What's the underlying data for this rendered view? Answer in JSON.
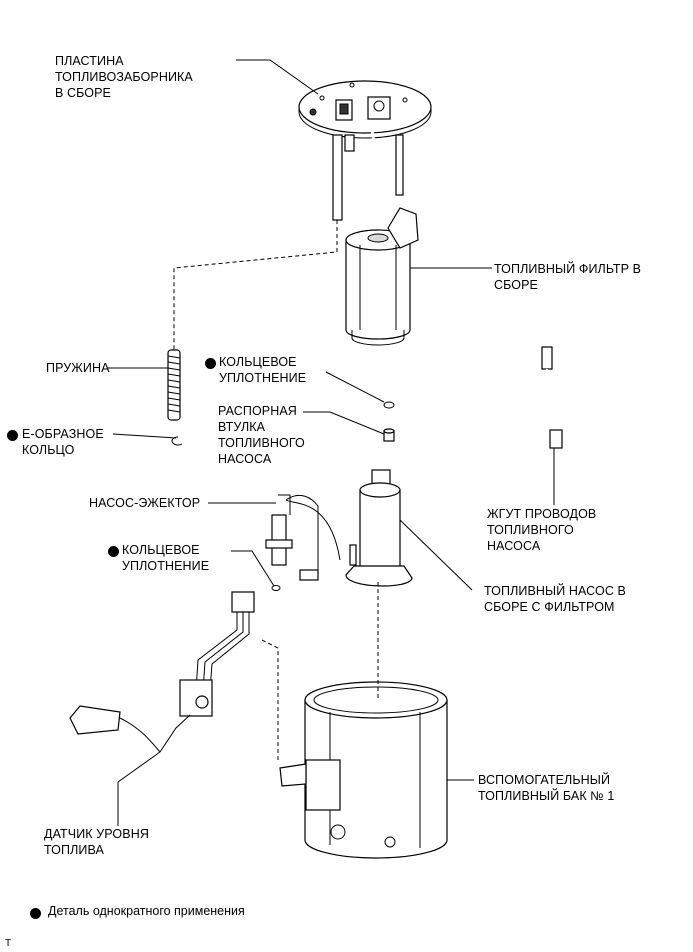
{
  "labels": {
    "plate": "ПЛАСТИНА\nТОПЛИВОЗАБОРНИКА\nВ СБОРЕ",
    "filter": "ТОПЛИВНЫЙ ФИЛЬТР В\nСБОРЕ",
    "spring": "ПРУЖИНА",
    "oring_top": "КОЛЬЦЕВОЕ\nУПЛОТНЕНИЕ",
    "spacer": "РАСПОРНАЯ\nВТУЛКА\nТОПЛИВНОГО\nНАСОСА",
    "eclip": "Е-ОБРАЗНОЕ\nКОЛЬЦО",
    "jet_pump": "НАСОС-ЭЖЕКТОР",
    "harness": "ЖГУТ ПРОВОДОВ\nТОПЛИВНОГО\nНАСОСА",
    "oring_bottom": "КОЛЬЦЕВОЕ\nУПЛОТНЕНИЕ",
    "pump": "ТОПЛИВНЫЙ НАСОС В\nСБОРЕ С ФИЛЬТРОМ",
    "sender": "ДАТЧИК УРОВНЯ\nТОПЛИВА",
    "subtank": "ВСПОМОГАТЕЛЬНЫЙ\nТОПЛИВНЫЙ БАК № 1"
  },
  "legend": {
    "text": "Деталь однократного применения"
  },
  "footer": {
    "mark": "T"
  }
}
